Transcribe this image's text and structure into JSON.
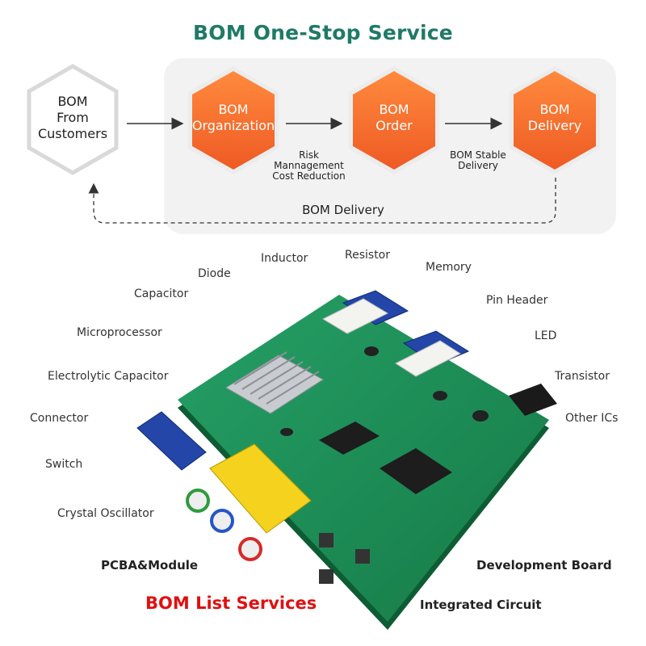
{
  "title": "BOM One-Stop Service",
  "flow": {
    "source": [
      "BOM",
      "From",
      "Customers"
    ],
    "steps": [
      {
        "lines": [
          "BOM",
          "Organization"
        ]
      },
      {
        "lines": [
          "BOM",
          "Order"
        ]
      },
      {
        "lines": [
          "BOM",
          "Delivery"
        ]
      }
    ],
    "note_1": [
      "Risk",
      "Mannagement",
      "Cost Reduction"
    ],
    "note_2": [
      "BOM Stable",
      "Delivery"
    ],
    "return_label": "BOM Delivery"
  },
  "components": {
    "inductor": "Inductor",
    "resistor": "Resistor",
    "diode": "Diode",
    "memory": "Memory",
    "capacitor": "Capacitor",
    "pin_header": "Pin Header",
    "microprocessor": "Microprocessor",
    "led": "LED",
    "electrolytic_capacitor": "Electrolytic Capacitor",
    "transistor": "Transistor",
    "connector": "Connector",
    "other_ics": "Other ICs",
    "switch": "Switch",
    "crystal_oscillator": "Crystal Oscillator"
  },
  "categories": {
    "pcba_module": "PCBA&Module",
    "development_board": "Development Board",
    "integrated_circuit": "Integrated Circuit"
  },
  "footer": {
    "bom_list": "BOM List Services"
  },
  "colors": {
    "title_green": "#1f7a67",
    "hex_orange": "#f26a2a",
    "hex_border": "#d9d9d9",
    "panel_gray": "#f2f2f2",
    "highlight_red": "#e01010",
    "pcb_green": "#1f8a55"
  }
}
